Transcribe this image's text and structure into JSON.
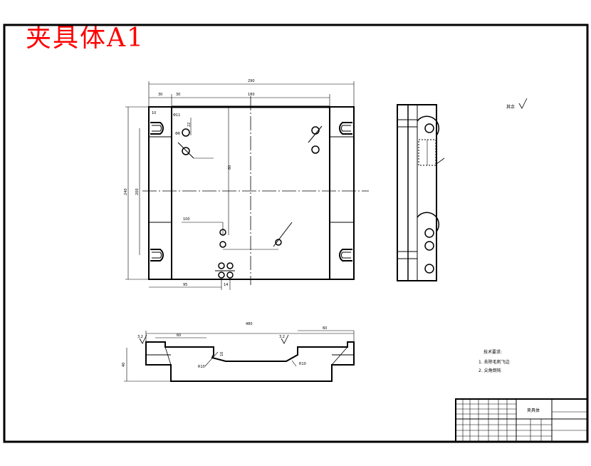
{
  "title": "夹具体A1",
  "top_view": {
    "dims": {
      "overall_width": "290",
      "left_30": "30",
      "left_30b": "30",
      "center_180": "180",
      "label_100": "100",
      "bottom_95": "95",
      "bottom_14": "14",
      "small_10": "10",
      "hole_11": "Φ11",
      "hole_6": "Φ6",
      "v_22": "22",
      "v_60": "60",
      "height_240": "240",
      "height_200": "200"
    }
  },
  "front_view": {
    "roughness_left": "3.2",
    "roughness_right": "3.2",
    "dims": {
      "overall_480": "480",
      "left_60": "60",
      "right_60": "60",
      "height_40": "40",
      "depth_10": "10",
      "radius_left": "R10",
      "radius_right": "R10"
    }
  },
  "notes": {
    "surface_other": "其余",
    "tech_title": "技术要求:",
    "tech_line1": "1. 去除毛刺飞边",
    "tech_line2": "2. 尖角倒钝"
  },
  "title_block": {
    "name": "夹具体"
  }
}
